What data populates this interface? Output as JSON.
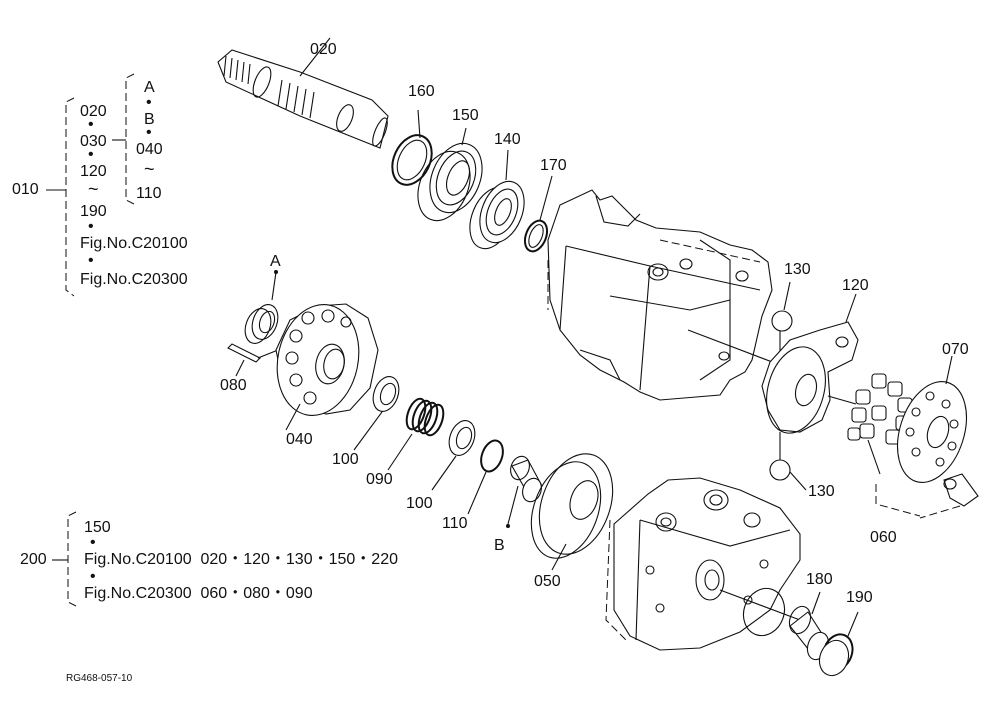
{
  "parts": {
    "p020": "020",
    "p160": "160",
    "p150": "150",
    "p140": "140",
    "p170": "170",
    "p130a": "130",
    "p120": "120",
    "p070": "070",
    "p130b": "130",
    "p060": "060",
    "pA": "A",
    "p080": "080",
    "p040": "040",
    "p100a": "100",
    "p090": "090",
    "p100b": "100",
    "p110": "110",
    "pB": "B",
    "p050": "050",
    "p180": "180",
    "p190": "190"
  },
  "groups": {
    "g010": {
      "id": "010",
      "items": [
        "020",
        "030",
        "120",
        "190",
        "Fig.No.C20100",
        "Fig.No.C20300"
      ],
      "sub": [
        "A",
        "B",
        "040",
        "110"
      ]
    },
    "g200": {
      "id": "200",
      "items": [
        "150",
        "Fig.No.C20100  020・120・130・150・220",
        "Fig.No.C20300  060・080・090"
      ]
    }
  },
  "drawing_code": "RG468-057-10",
  "icons": [
    "exploded-parts-drawing"
  ]
}
